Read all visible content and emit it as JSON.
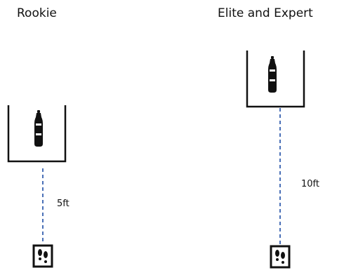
{
  "scenarios": [
    {
      "title": "Rookie",
      "distance_label": "5ft"
    },
    {
      "title": "Elite and Expert",
      "distance_label": "10ft"
    }
  ],
  "icons": {
    "box_item": "bottle-icon",
    "marker": "footprints-icon"
  },
  "colors": {
    "distance_line": "#4a70b7",
    "box": "#111111"
  }
}
